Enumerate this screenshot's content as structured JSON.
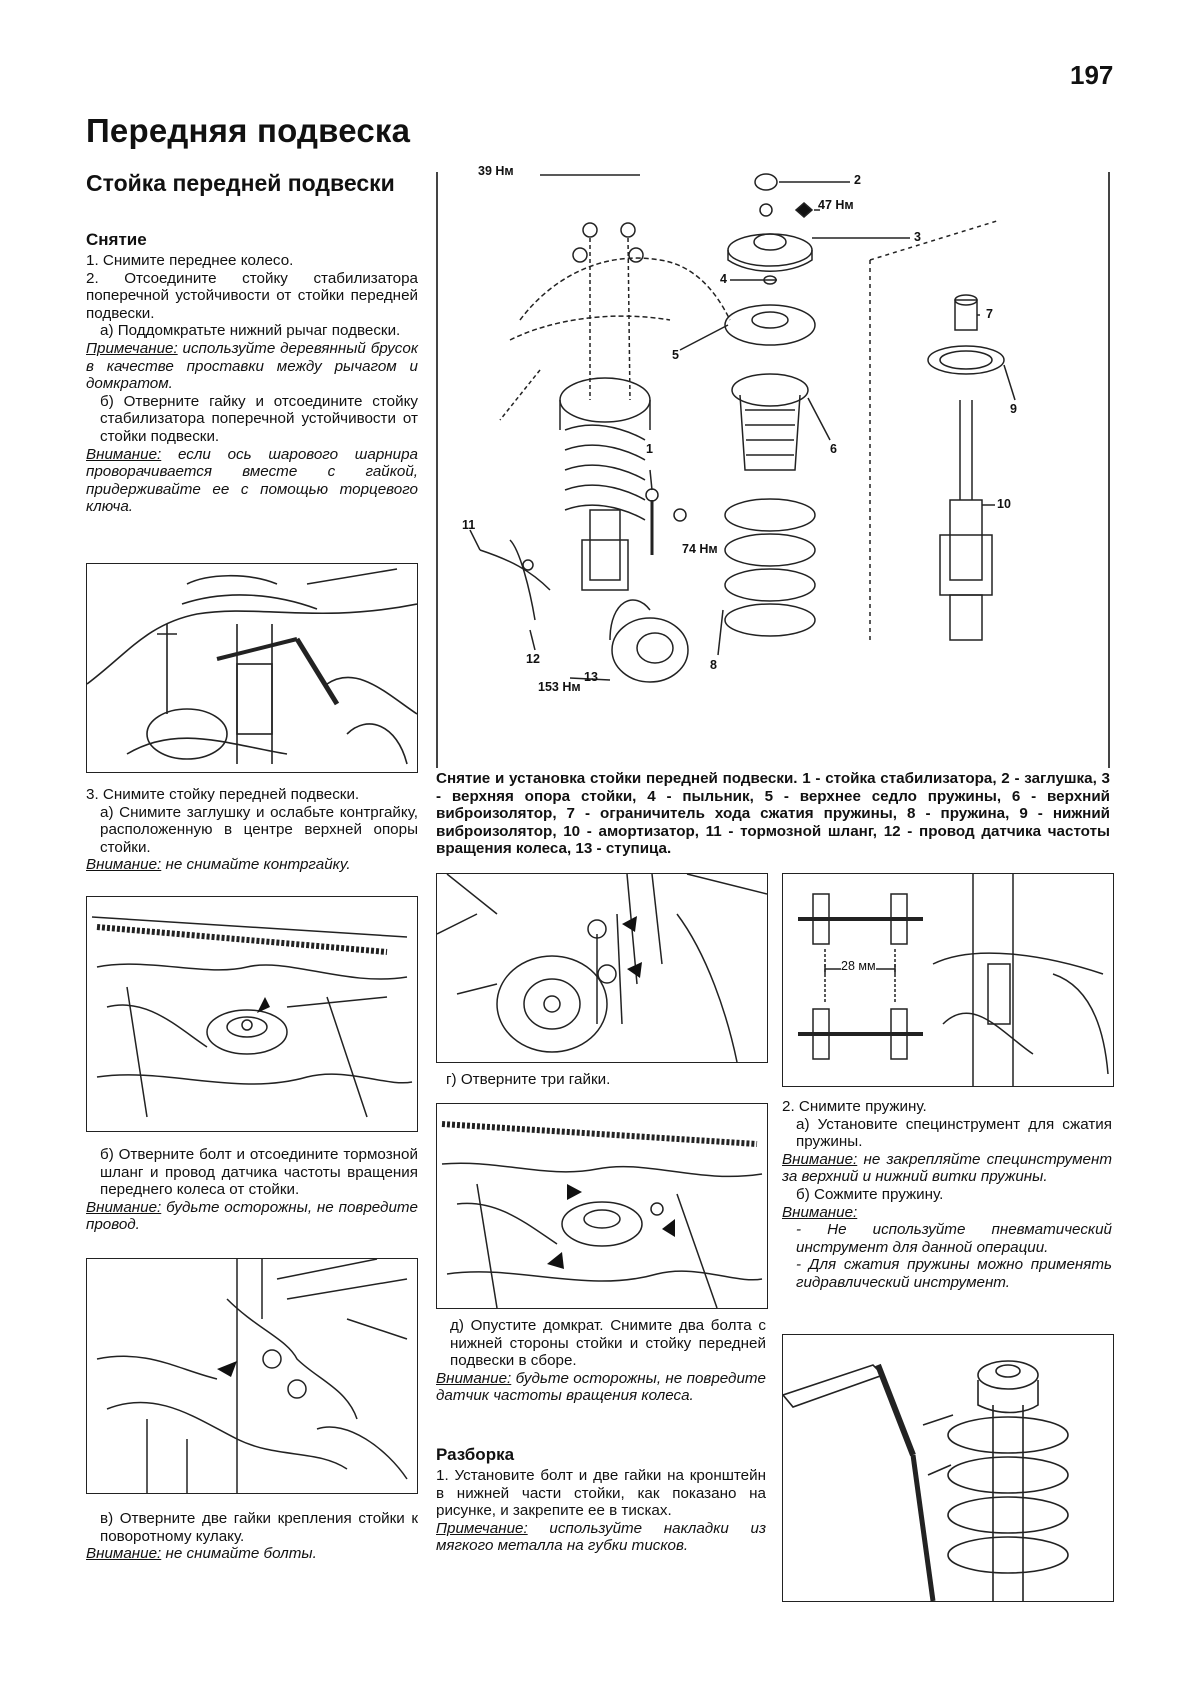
{
  "page_number": "197",
  "title": "Передняя подвеска",
  "section": "Стойка передней подвески",
  "removal": {
    "heading": "Снятие",
    "step1": "1. Снимите переднее колесо.",
    "step2": "2. Отсоедините стойку стабилизатора поперечной устойчивости от стойки передней подвески.",
    "step2a": "а) Поддомкратьте нижний рычаг подвески.",
    "note1_label": "Примечание:",
    "note1_text": " используйте деревянный брусок в качестве проставки между рычагом и домкратом.",
    "step2b": "б) Отверните гайку и отсоедините стойку стабилизатора поперечной устойчивости от стойки подвески.",
    "warn1_label": "Внимание:",
    "warn1_text": " если ось шарового шарнира проворачивается вместе с гайкой, придерживайте ее с помощью торцевого ключа.",
    "step3": "3. Снимите стойку передней подвески.",
    "step3a": "а) Снимите заглушку и ослабьте контргайку, расположенную в центре верхней опоры стойки.",
    "warn2_label": "Внимание:",
    "warn2_text": " не снимайте контргайку.",
    "step3b": "б) Отверните болт и отсоедините тормозной шланг и провод датчика частоты вращения переднего колеса от стойки.",
    "warn3_label": "Внимание:",
    "warn3_text": " будьте осторожны, не повредите провод.",
    "step3v": "в) Отверните две гайки крепления стойки к поворотному кулаку.",
    "warn4_label": "Внимание:",
    "warn4_text": " не снимайте болты.",
    "step3g": "г) Отверните три гайки.",
    "step3d": "д) Опустите домкрат. Снимите два болта с нижней стороны стойки и стойку передней подвески в сборе.",
    "warn5_label": "Внимание:",
    "warn5_text": " будьте осторожны, не повредите датчик частоты вращения колеса."
  },
  "disassembly": {
    "heading": "Разборка",
    "step1": "1. Установите болт и две гайки на кронштейн в нижней части стойки, как показано на рисунке, и закрепите ее в тисках.",
    "note_label": "Примечание:",
    "note_text": " используйте накладки из мягкого металла на губки тисков.",
    "step2": "2. Снимите пружину.",
    "step2a": "а) Установите специнструмент для сжатия пружины.",
    "warn1_label": "Внимание:",
    "warn1_text": " не закрепляйте специнструмент за верхний и нижний витки пружины.",
    "step2b": "б) Сожмите пружину.",
    "warn2_label": "Внимание:",
    "warn2_items": [
      "- Не используйте пневматический инструмент для данной операции.",
      "- Для сжатия пружины можно применять гидравлический инструмент."
    ]
  },
  "main_figure": {
    "caption": "Снятие и установка стойки передней подвески. 1 - стойка стабилизатора, 2 - заглушка, 3 - верхняя опора стойки, 4 - пыльник, 5 - верхнее седло пружины, 6 - верхний виброизолятор, 7 - ограничитель хода сжатия пружины, 8 - пружина, 9 - нижний виброизолятор, 10 - амортизатор, 11 - тормозной шланг, 12 - провод датчика частоты вращения колеса, 13 - ступица.",
    "torque_39": "39 Нм",
    "torque_47": "47 Нм",
    "torque_74": "74 Нм",
    "torque_153": "153 Нм",
    "callouts": [
      "1",
      "2",
      "3",
      "4",
      "5",
      "6",
      "7",
      "8",
      "9",
      "10",
      "11",
      "12",
      "13"
    ]
  },
  "bracket_figure": {
    "dimension": "28 мм"
  }
}
